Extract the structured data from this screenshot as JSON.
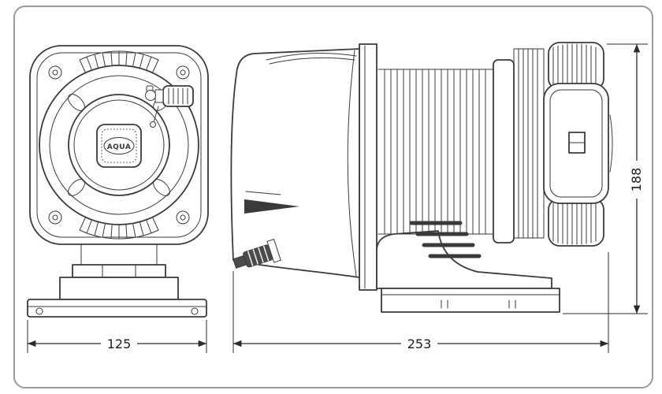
{
  "logo": {
    "text": "AQUA"
  },
  "dimensions": {
    "front_width": "125",
    "side_length": "253",
    "height": "188"
  },
  "colors": {
    "line": "#3a3a3a",
    "dimension_line": "#2b2b2b",
    "sheet_border": "#9a9a9a",
    "background": "#ffffff"
  }
}
